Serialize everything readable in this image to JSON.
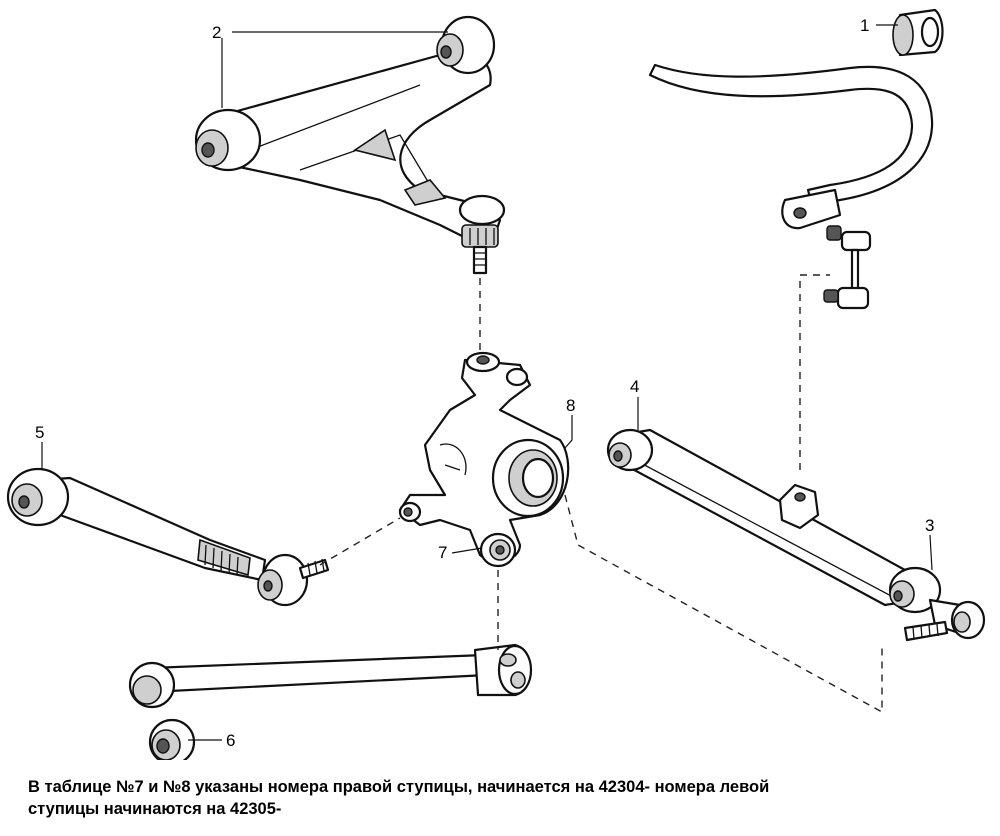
{
  "callouts": [
    {
      "id": "1",
      "part": "stabilizer-bushing"
    },
    {
      "id": "2",
      "part": "upper-control-arm"
    },
    {
      "id": "3",
      "part": "lower-arm-bushing"
    },
    {
      "id": "4",
      "part": "lower-control-arm"
    },
    {
      "id": "5",
      "part": "trailing-link"
    },
    {
      "id": "6",
      "part": "strut-rod-bushing"
    },
    {
      "id": "7",
      "part": "knuckle-bushing"
    },
    {
      "id": "8",
      "part": "steering-knuckle-hub"
    }
  ],
  "caption": {
    "line1": "В таблице №7 и №8 указаны номера правой ступицы, начинается на 42304- номера левой",
    "line2": "ступицы начинаются на 42305-"
  }
}
